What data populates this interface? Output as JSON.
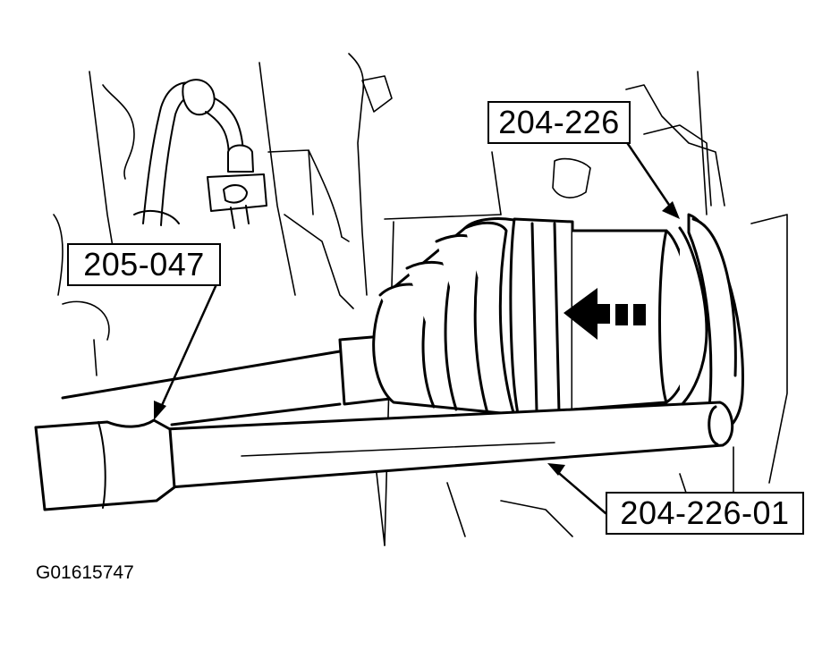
{
  "callouts": {
    "tool_top": "204-226",
    "tool_left": "205-047",
    "tool_bottom": "204-226-01"
  },
  "figure_id": "G01615747",
  "colors": {
    "line": "#000000",
    "fill": "#ffffff"
  }
}
